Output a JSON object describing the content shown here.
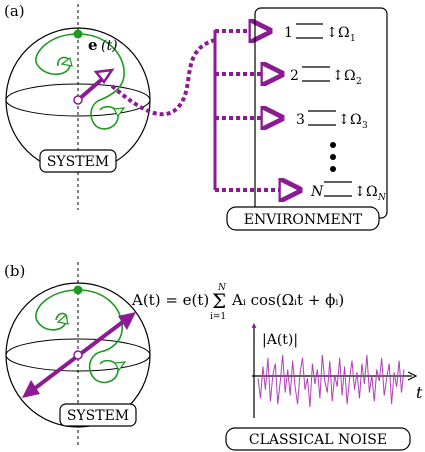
{
  "panel_a": {
    "label": "(a)",
    "vector_label": "e",
    "vector_arg": "(t)",
    "system_label": "SYSTEM",
    "environment_label": "ENVIRONMENT",
    "levels": [
      {
        "index": "1",
        "freq": "Ω",
        "sub": "1"
      },
      {
        "index": "2",
        "freq": "Ω",
        "sub": "2"
      },
      {
        "index": "3",
        "freq": "Ω",
        "sub": "3"
      },
      {
        "index": "N",
        "freq": "Ω",
        "sub": "N"
      }
    ],
    "level_arrow": "↕"
  },
  "panel_b": {
    "label": "(b)",
    "system_label": "SYSTEM",
    "formula": {
      "lhs": "A(t) = e(t)",
      "sum_top": "N",
      "sum_symbol": "Σ",
      "sum_bottom": "i=1",
      "rhs": "Aᵢ cos(Ωᵢt + ϕᵢ)"
    },
    "noise_axis_label": "|A(t)|",
    "time_label": "t",
    "noise_label": "CLASSICAL NOISE"
  },
  "colors": {
    "purple": "#8b1a93",
    "green": "#1e9a1e",
    "black": "#000000"
  },
  "noise_series": [
    0.55,
    0.2,
    0.75,
    0.35,
    0.9,
    0.15,
    0.6,
    0.8,
    0.1,
    0.5,
    0.95,
    0.3,
    0.7,
    0.25,
    0.85,
    0.4,
    0.1,
    0.65,
    0.9,
    0.35,
    0.55,
    0.05,
    0.8,
    0.45,
    0.7,
    0.2,
    0.95,
    0.5,
    0.3,
    0.85,
    0.15,
    0.6,
    0.4,
    0.9,
    0.25,
    0.75,
    0.1,
    0.55,
    0.85,
    0.35,
    0.65,
    0.2,
    0.8,
    0.45,
    0.95,
    0.3,
    0.6,
    0.15,
    0.7,
    0.5,
    0.9,
    0.25,
    0.55,
    0.8,
    0.1,
    0.65,
    0.4,
    0.85,
    0.3,
    0.7
  ]
}
